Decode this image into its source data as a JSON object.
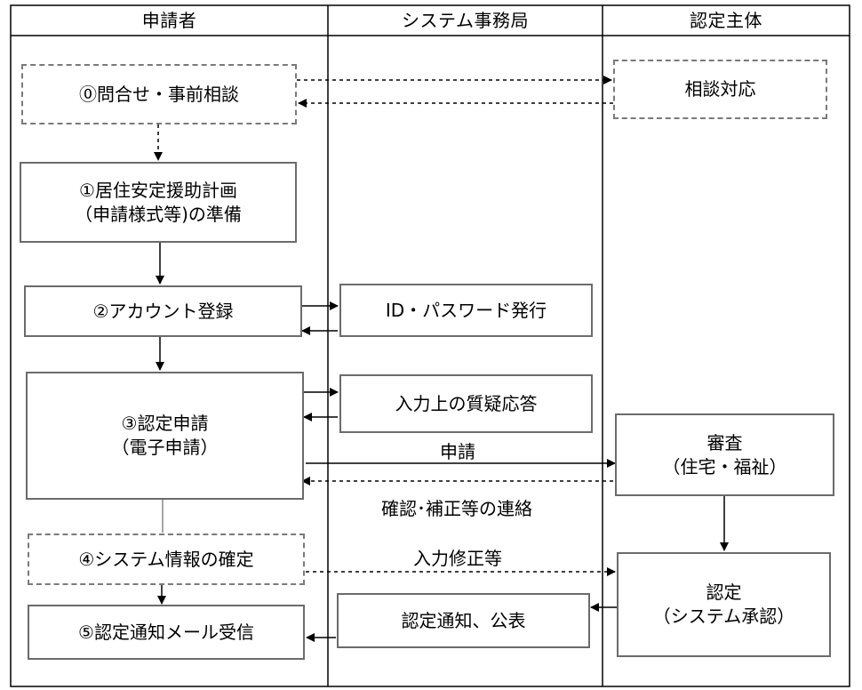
{
  "lanes": {
    "applicant": "申請者",
    "secretariat": "システム事務局",
    "certifier": "認定主体"
  },
  "nodes": {
    "inquiry": "⓪問合せ・事前相談",
    "consult": "相談対応",
    "prepare": "①居住安定援助計画\n（申請様式等)の準備",
    "account": "②アカウント登録",
    "id_issue": "ID・パスワード発行",
    "apply": "③認定申請\n（電子申請）",
    "qa": "入力上の質疑応答",
    "review": "審査\n（住宅・福祉）",
    "confirm": "④システム情報の確定",
    "certify": "認定\n（システム承認）",
    "notify": "認定通知、公表",
    "receive": "⑤認定通知メール受信"
  },
  "edge_labels": {
    "application": "申請",
    "correction_contact": "確認･補正等の連絡",
    "input_fix": "入力修正等"
  }
}
